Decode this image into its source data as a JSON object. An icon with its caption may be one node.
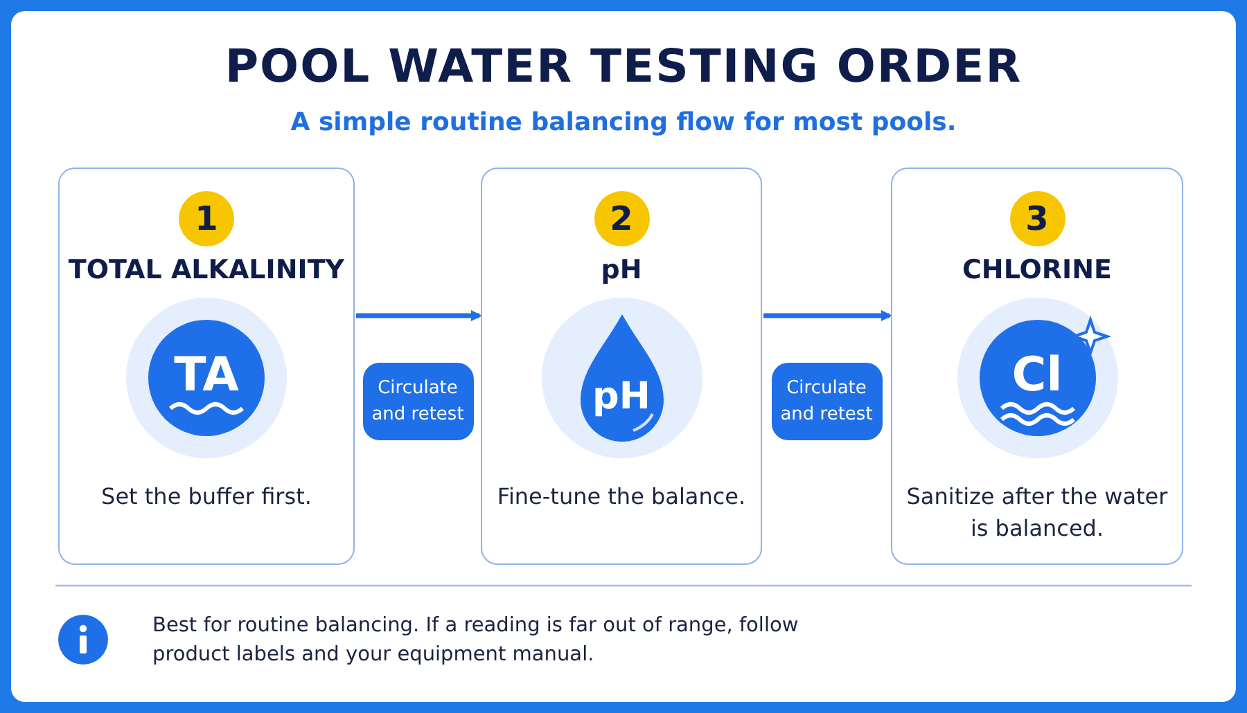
{
  "diagram": {
    "title": "POOL WATER TESTING ORDER",
    "nodes": [
      {
        "text": [
          "TOTAL ALKALINITY",
          "Set the buffer first."
        ]
      },
      {
        "text": [
          "1"
        ],
        "in": 0
      },
      {
        "text": [
          "TA"
        ],
        "in": 0
      },
      {
        "text": [
          "pH",
          "Fine-tune the balance."
        ]
      },
      {
        "text": [
          "2"
        ],
        "in": 3
      },
      {
        "text": [
          "pH"
        ],
        "in": 3
      },
      {
        "text": [
          "CHLORINE",
          "Sanitize after the water is balanced."
        ]
      },
      {
        "text": [
          "3"
        ],
        "in": 6
      },
      {
        "text": [
          "Cl"
        ],
        "in": 6
      }
    ],
    "edges": [
      {
        "from": 0,
        "to": 3,
        "arrow": "to",
        "label": "Circulate and retest"
      },
      {
        "from": 3,
        "to": 6,
        "arrow": "to",
        "label": "Circulate and retest"
      }
    ],
    "labels": [
      "A simple routine balancing flow for most pools.",
      "Best for routine balancing. If a reading is far out of range, follow product labels and your equipment manual."
    ]
  }
}
